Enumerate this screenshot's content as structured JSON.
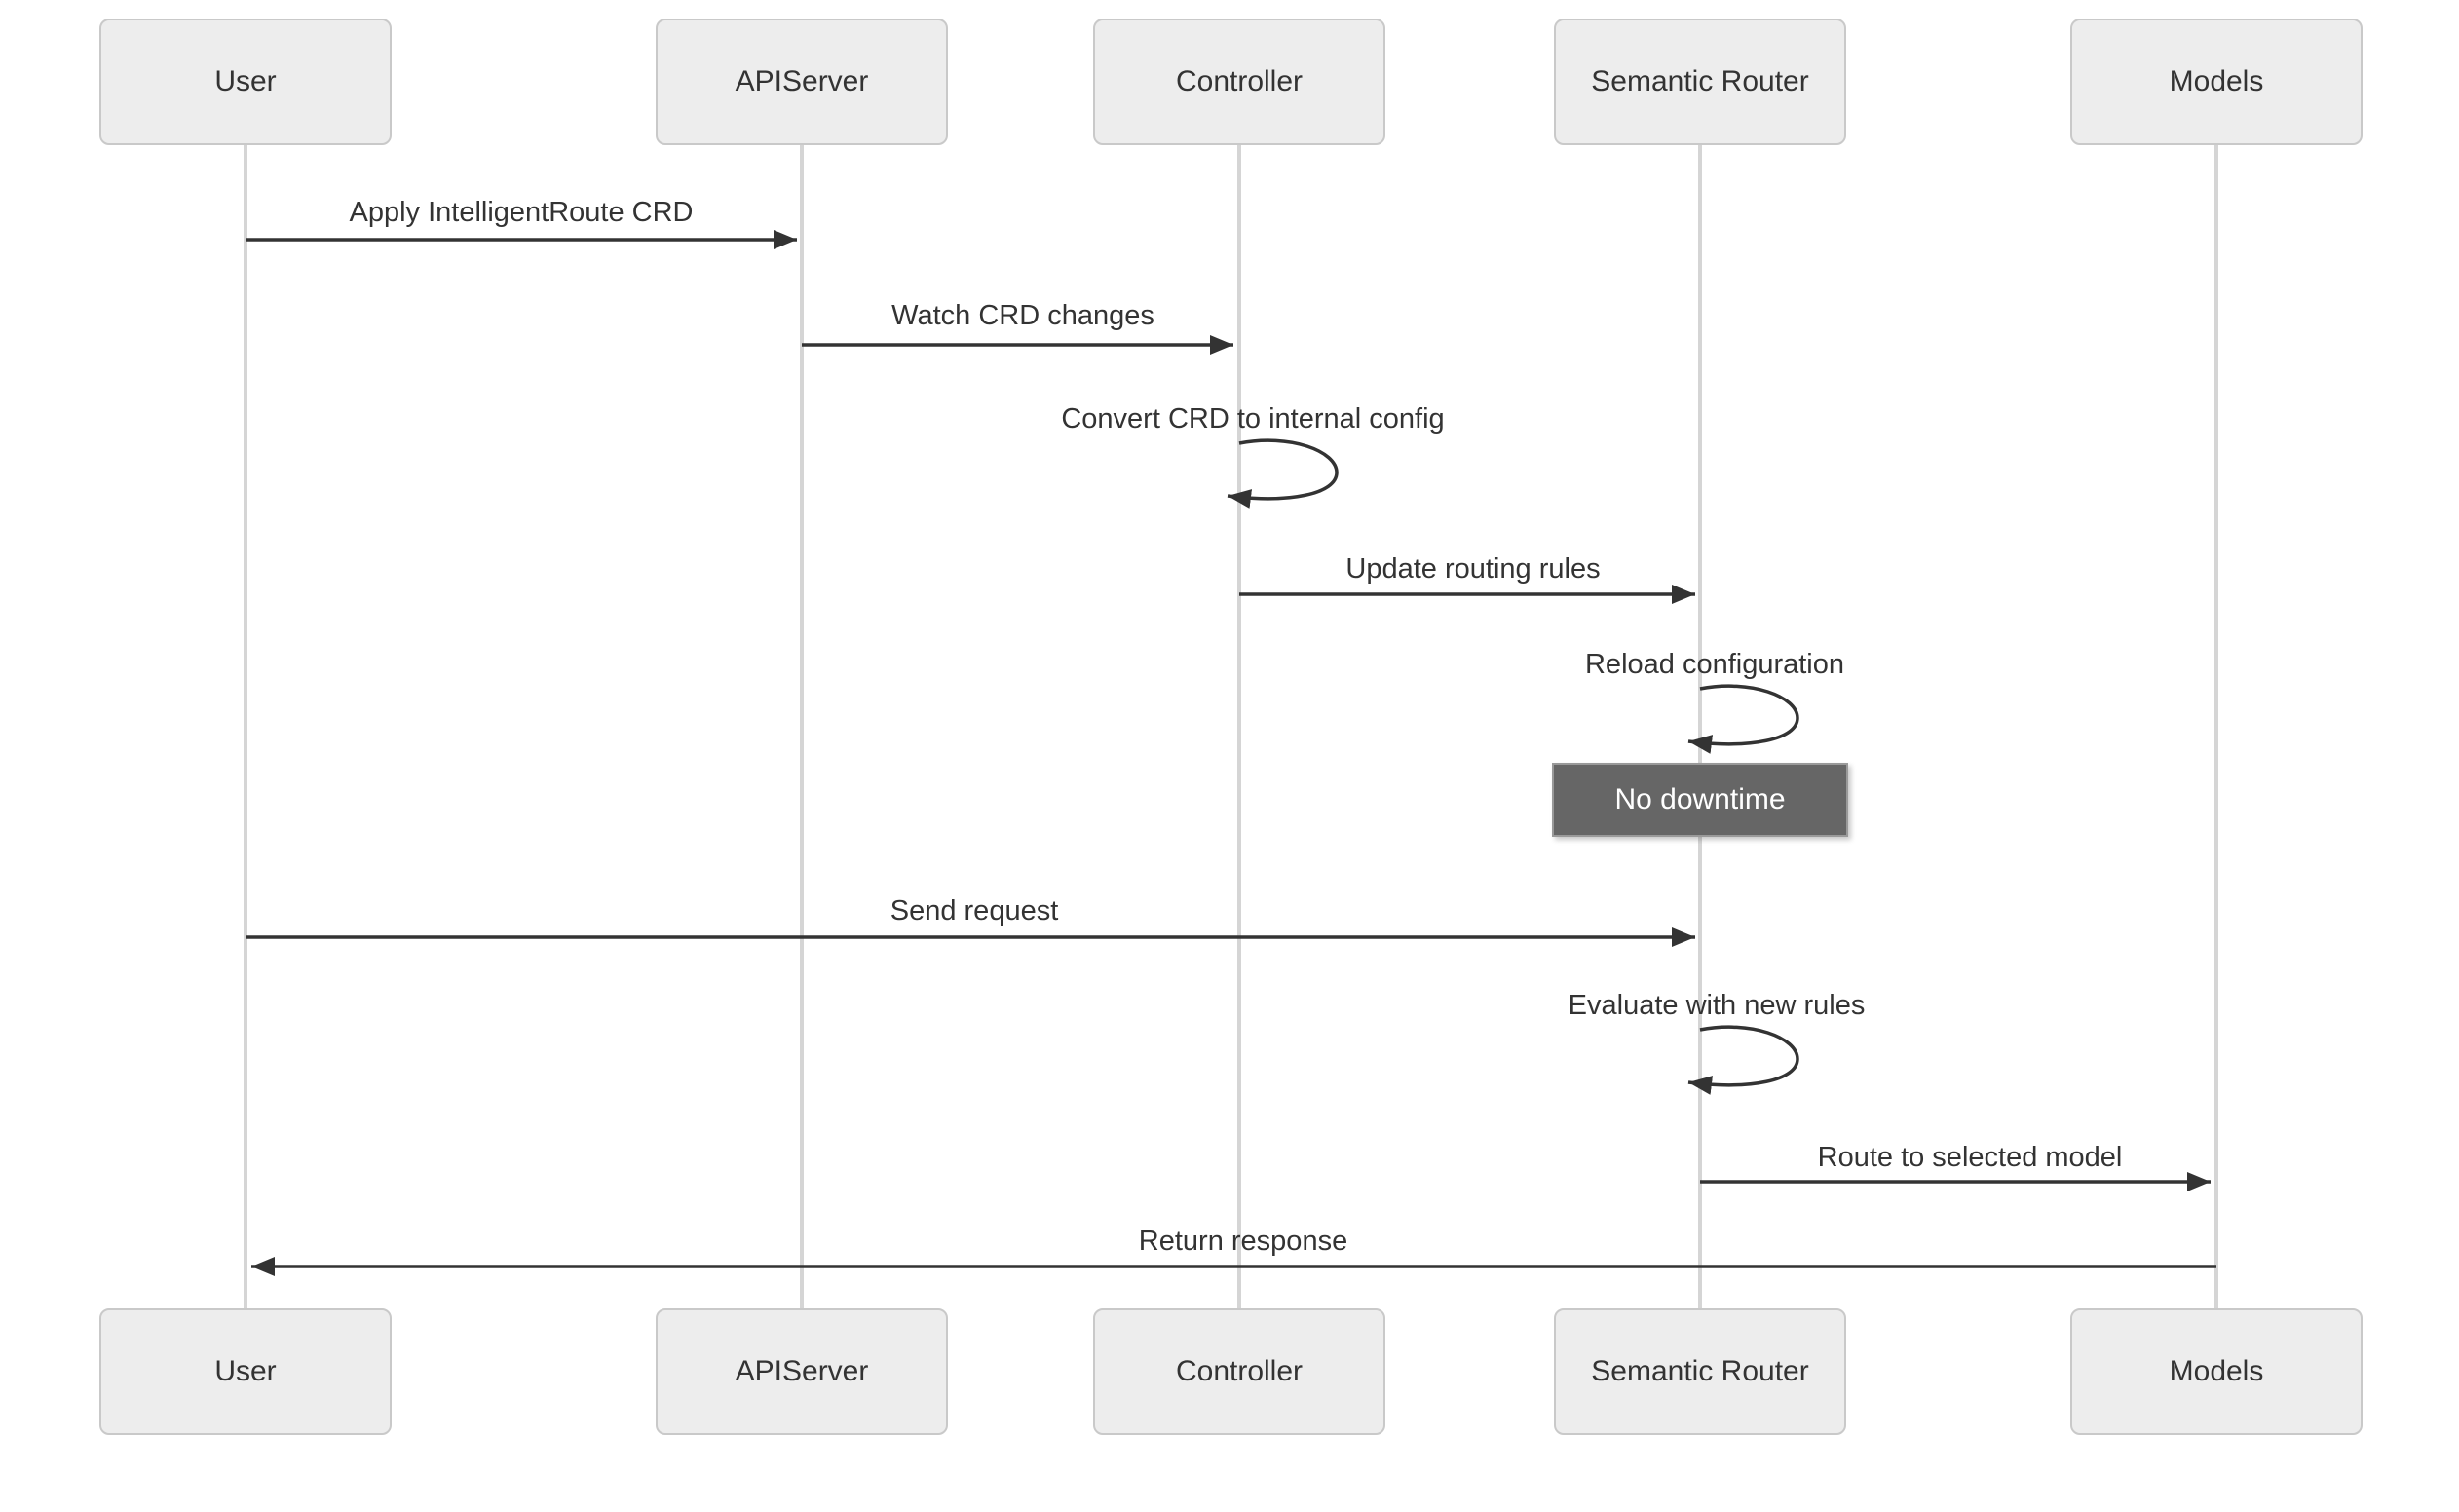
{
  "diagram": {
    "type": "sequence-diagram",
    "actors": [
      {
        "id": "user",
        "label": "User"
      },
      {
        "id": "apiserver",
        "label": "APIServer"
      },
      {
        "id": "controller",
        "label": "Controller"
      },
      {
        "id": "semantic-router",
        "label": "Semantic Router"
      },
      {
        "id": "models",
        "label": "Models"
      }
    ],
    "messages": [
      {
        "from": "User",
        "to": "APIServer",
        "type": "solid-arrow",
        "label": "Apply IntelligentRoute CRD"
      },
      {
        "from": "APIServer",
        "to": "Controller",
        "type": "solid-arrow",
        "label": "Watch CRD changes"
      },
      {
        "from": "Controller",
        "to": "Controller",
        "type": "self-loop",
        "label": "Convert CRD to internal config"
      },
      {
        "from": "Controller",
        "to": "Semantic Router",
        "type": "solid-arrow",
        "label": "Update routing rules"
      },
      {
        "from": "Semantic Router",
        "to": "Semantic Router",
        "type": "self-loop",
        "label": "Reload configuration"
      },
      {
        "from": "User",
        "to": "Semantic Router",
        "type": "solid-arrow",
        "label": "Send request"
      },
      {
        "from": "Semantic Router",
        "to": "Semantic Router",
        "type": "self-loop",
        "label": "Evaluate with new rules"
      },
      {
        "from": "Semantic Router",
        "to": "Models",
        "type": "solid-arrow",
        "label": "Route to selected model"
      },
      {
        "from": "Models",
        "to": "User",
        "type": "solid-arrow",
        "label": "Return response"
      }
    ],
    "notes": [
      {
        "over": "Semantic Router",
        "label": "No downtime"
      }
    ],
    "colors": {
      "actor_fill": "#ededed",
      "actor_border": "#c9c9c9",
      "actor_text": "#333333",
      "lifeline": "#d5d5d5",
      "message_line": "#333333",
      "message_text": "#333333",
      "note_fill": "#666666",
      "note_border": "#999999",
      "note_text": "#ffffff",
      "background": "#ffffff"
    }
  }
}
